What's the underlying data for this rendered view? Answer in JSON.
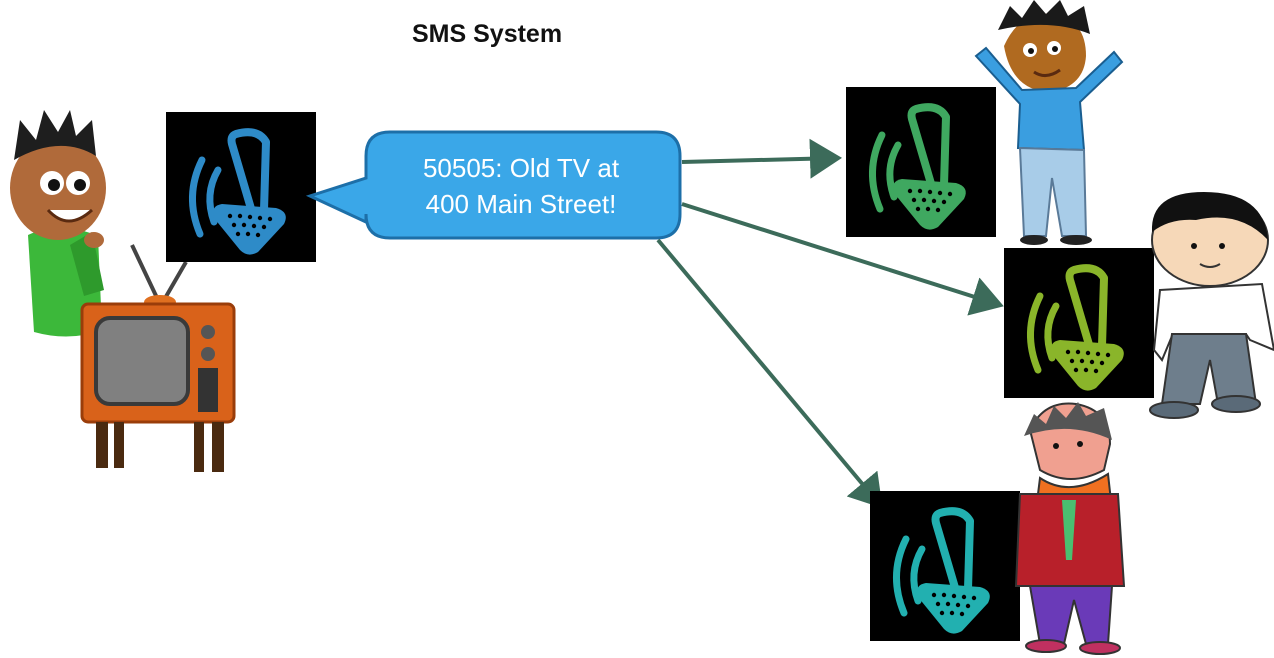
{
  "diagram": {
    "title": "SMS System",
    "message": {
      "line1": "50505: Old TV at",
      "line2": "400 Main Street!"
    },
    "colors": {
      "bubble_fill": "#3aa7e8",
      "bubble_stroke": "#1d6fa8",
      "arrow": "#3c6b5a",
      "sender_phone": "#2e8bc8",
      "receiver_1_phone": "#3fa860",
      "receiver_2_phone": "#8ab52a",
      "receiver_3_phone": "#22b0b0"
    },
    "icons": [
      "person-with-tv-icon",
      "phone-icon",
      "person-icon"
    ]
  }
}
